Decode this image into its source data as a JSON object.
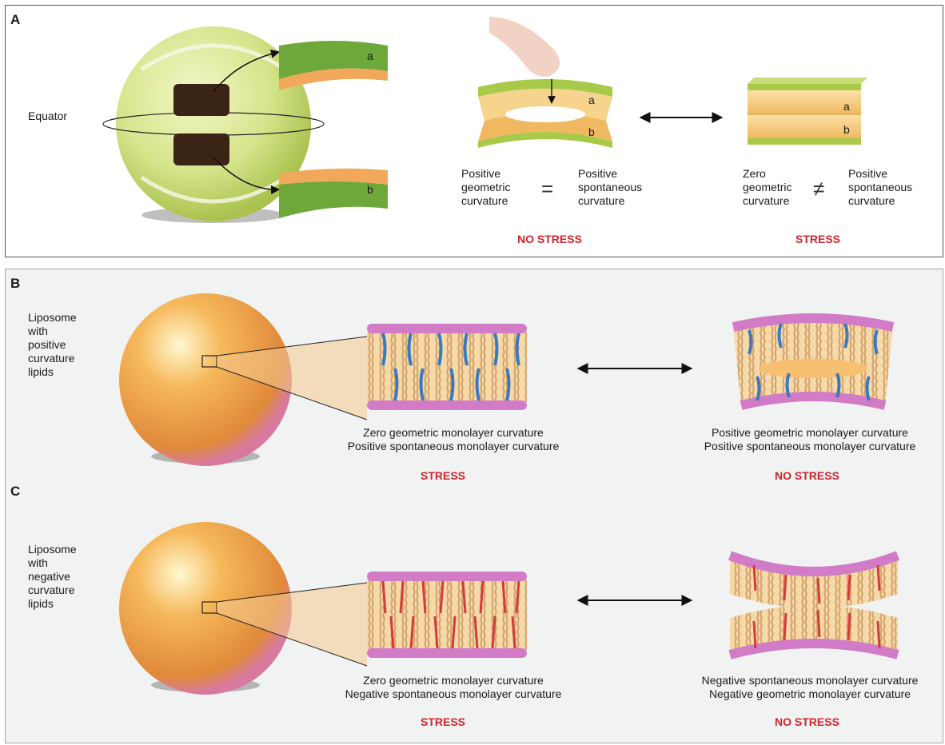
{
  "panelA": {
    "label": "A",
    "equator": "Equator",
    "slice_a": "a",
    "slice_b": "b",
    "left_layer_a": "a",
    "left_layer_b": "b",
    "right_layer_a": "a",
    "right_layer_b": "b",
    "pos_geo": [
      "Positive",
      "geometric",
      "curvature"
    ],
    "equals": "=",
    "pos_spon_1": [
      "Positive",
      "spontaneous",
      "curvature"
    ],
    "zero_geo": [
      "Zero",
      "geometric",
      "curvature"
    ],
    "not_equal": "≠",
    "pos_spon_2": [
      "Positive",
      "spontaneous",
      "curvature"
    ],
    "status_left": "NO STRESS",
    "status_right": "STRESS"
  },
  "panelB": {
    "label": "B",
    "liposome": [
      "Liposome",
      "with",
      "positive",
      "curvature",
      "lipids"
    ],
    "left_caption": [
      "Zero geometric monolayer curvature",
      "Positive spontaneous monolayer curvature"
    ],
    "right_caption": [
      "Positive geometric monolayer curvature",
      "Positive spontaneous monolayer curvature"
    ],
    "status_left": "STRESS",
    "status_right": "NO STRESS"
  },
  "panelC": {
    "label": "C",
    "liposome": [
      "Liposome",
      "with",
      "negative",
      "curvature",
      "lipids"
    ],
    "left_caption": [
      "Zero geometric monolayer curvature",
      "Negative spontaneous monolayer curvature"
    ],
    "right_caption": [
      "Negative spontaneous monolayer curvature",
      "Negative geometric monolayer curvature"
    ],
    "status_left": "STRESS",
    "status_right": "NO STRESS"
  },
  "colors": {
    "stress_red": "#d0242e",
    "ball_green": "#d5e38a",
    "slab_orange": "#f3c778",
    "liposome_orange": "#f0a040",
    "lipid_pink": "#d27cc8",
    "tail_blue": "#3a7ac0",
    "tail_red": "#d63a3a"
  }
}
